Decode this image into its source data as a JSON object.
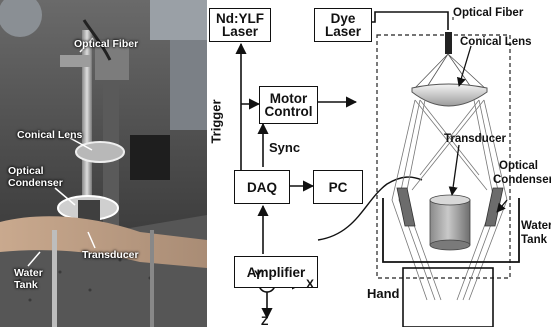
{
  "photo": {
    "labels": {
      "optical_fiber": "Optical Fiber",
      "conical_lens": "Conical Lens",
      "optical_condenser_1": "Optical",
      "optical_condenser_2": "Condenser",
      "transducer": "Transducer",
      "water_tank_1": "Water",
      "water_tank_2": "Tank"
    }
  },
  "diagram": {
    "boxes": {
      "laser_line1": "Nd:YLF",
      "laser_line2": "Laser",
      "dye_line1": "Dye",
      "dye_line2": "Laser",
      "motor_line1": "Motor",
      "motor_line2": "Control",
      "daq": "DAQ",
      "pc": "PC",
      "amplifier": "Amplifier"
    },
    "labels": {
      "trigger": "Trigger",
      "sync": "Sync",
      "optical_fiber": "Optical Fiber",
      "conical_lens": "Conical Lens",
      "transducer": "Transducer",
      "optical_condenser_1": "Optical",
      "optical_condenser_2": "Condenser",
      "water_tank_1": "Water",
      "water_tank_2": "Tank",
      "hand": "Hand"
    },
    "axes": {
      "y": "Y",
      "x": "X",
      "z": "Z"
    }
  }
}
